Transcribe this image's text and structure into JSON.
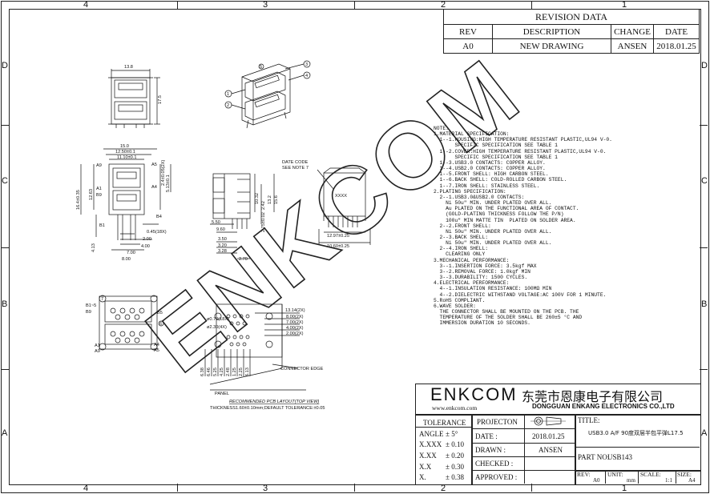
{
  "zones": {
    "columns": [
      "4",
      "3",
      "2",
      "1"
    ],
    "rows": [
      "D",
      "C",
      "B",
      "A"
    ]
  },
  "revision": {
    "title": "REVISION DATA",
    "headers": [
      "REV",
      "DESCRIPTION",
      "CHANGE",
      "DATE"
    ],
    "row": [
      "A0",
      "NEW DRAWING",
      "ANSEN",
      "2018.01.25"
    ]
  },
  "watermark": "ENKCOM",
  "notes": [
    "NOTE:",
    "1.MATERIAL SPECIFICATION:",
    "  1--1.HOUSING:HIGH TEMPERATURE RESISTANT PLASTIC,UL94 V-0.",
    "       SPECIFIC SPECIFICATION SEE TABLE 1",
    "  1--2.COVER:HIGH TEMPERATURE RESISTANT PLASTIC,UL94 V-0.",
    "       SPECIFIC SPECIFICATION SEE TABLE 1",
    "  1--3.USB3.0 CONTACTS: COPPER ALLOY.",
    "  1--4.USB2.0 CONTACTS: COPPER ALLOY.",
    "  1--5.FRONT SHELL: HIGH CARBON STEEL.",
    "  1--6.BACK SHELL: COLD-ROLLED CARBON STEEL.",
    "  1--7.IRON SHELL: STAINLESS STEEL.",
    "2.PLATING SPECIFICATION:",
    "  2--1.USB3.0&USB2.0 CONTACTS:",
    "    Ni 50u\" MIN. UNDER PLATED OVER ALL.",
    "    Au PLATED ON THE FUNCTIONAL AREA OF CONTACT.",
    "    (GOLD-PLATING THICKNESS FOLLOW THE P/N)",
    "    100u\" MIN MATTE TIN  PLATED ON SOLDER AREA.",
    "  2--2.FRONT SHELL:",
    "    Ni 50u\" MIN. UNDER PLATED OVER ALL.",
    "  2--3.BACK SHELL:",
    "    Ni 50u\" MIN. UNDER PLATED OVER ALL.",
    "  2--4.IRON SHELL:",
    "    CLEARING ONLY",
    "3.MECHANICAL PERFORMANCE:",
    "  3--1.INSERTION FORCE: 3.5kgf MAX",
    "  3--2.REMOVAL FORCE: 1.0kgf MIN",
    "  3--3.DURABILITY: 1500 CYCLES.",
    "4.ELECTRICAL PERFORMANCE:",
    "  4--1.INSULATION RESISTANCE: 100MΩ MIN",
    "  4--2.DIELECTRIC WITHSTAND VOLTAGE:AC 100V FOR 1 MINUTE.",
    "5.RoHS COMPLIANT.",
    "6.WAVE SOLDER:",
    "  THE CONNECTOR SHALL BE MOUNTED ON THE PCB. THE",
    "  TEMPERATURE OF THE SOLDER SHALL BE 260±5 °C AND",
    "  IMMERSION DURATION 10 SECONDS."
  ],
  "dims": {
    "top_w": "13.8",
    "top_h": "17.5",
    "w150": "15.0",
    "w1250": "12.50±0.1",
    "w1110": "11.10±0.1",
    "h16": "16.4±0.35",
    "h1263": "12.63",
    "h513": "5.13±0.1",
    "h2p": "2.4±0.05(2X)",
    "h413": "4.13",
    "pin045": "0.45(18X)",
    "d200": "2.00",
    "d400": "4.00",
    "d700": "7.00",
    "d800": "8.00",
    "labels": [
      "A9",
      "A1",
      "B9",
      "A5",
      "A4",
      "B4",
      "B1",
      "B1~5",
      "B9",
      "B5",
      "A1",
      "A9",
      "A4",
      "A5"
    ],
    "side_h1": "10.32",
    "side_h2": "2.42",
    "side_h3": "15.6",
    "side_h4": "13.2",
    "side_550": "5.50",
    "side_960": "9.60",
    "side_350": "3.50",
    "side_320": "3.20",
    "side_328": "3.28",
    "side_270": "2.70",
    "side_275": "2.75±0.02",
    "date_code": "DATE CODE",
    "see_note": "SEE NOTE 7",
    "xxxx": "XXXX",
    "w1297": "12.97±0.25",
    "w1060": "10.60±0.25",
    "pcb_d1": "ø0.70(18X)",
    "pcb_d2": "ø2.30(4X)",
    "pcb_1314": "13.14(2X)",
    "pcb_800": "8.00(2X)",
    "pcb_700": "7.00(2X)",
    "pcb_400": "4.00(2X)",
    "pcb_200": "2.00(2X)",
    "pcb_vert": [
      "6.38",
      "6.46",
      "5.25",
      "4.25",
      "2.48",
      "1.25",
      "2.25",
      "6.13"
    ],
    "connector_edge": "CONNECTOR EDGE",
    "panel": "PANEL",
    "pcb_title": "RECOMMENDED PCB LAYOUT(TOP  VIEW)",
    "pcb_thk": "THICKNESS1.60±0.10mm;DEFAULT TOLERANCE:±0.05",
    "callouts": [
      "1",
      "2",
      "3",
      "4",
      "5",
      "6",
      "7"
    ]
  },
  "titleblock": {
    "logo": "ENKCOM",
    "website": "www.enkcom.com",
    "company_cn": "东莞市恩康电子有限公司",
    "company_en": "DONGGUAN ENKANG ELECTRONICS CO.,LTD",
    "tolerance": "TOLERANCE",
    "tol_rows": [
      [
        "ANGLE",
        "± 5°"
      ],
      [
        "X.XXX",
        "± 0.10"
      ],
      [
        "X.XX",
        "± 0.20"
      ],
      [
        "X.X",
        "± 0.30"
      ],
      [
        "X.",
        "± 0.38"
      ]
    ],
    "projection": "PROJECTON",
    "date_label": "DATE :",
    "date_value": "2018.01.25",
    "drawn_label": "DRAWN :",
    "drawn_value": "ANSEN",
    "checked_label": "CHECKED :",
    "approved_label": "APPROVED :",
    "title_label": "TITLE:",
    "title_value": "USB3.0 A/F 90度双层半包平弹L17.5",
    "part_label": "PART NO:",
    "part_value": "USB143",
    "rev_label": "REV:",
    "rev_value": "A0",
    "unit_label": "UNIT:",
    "unit_value": "mm",
    "scale_label": "SCALE:",
    "scale_value": "1:1",
    "size_label": "SIZE:",
    "size_value": "A4"
  }
}
